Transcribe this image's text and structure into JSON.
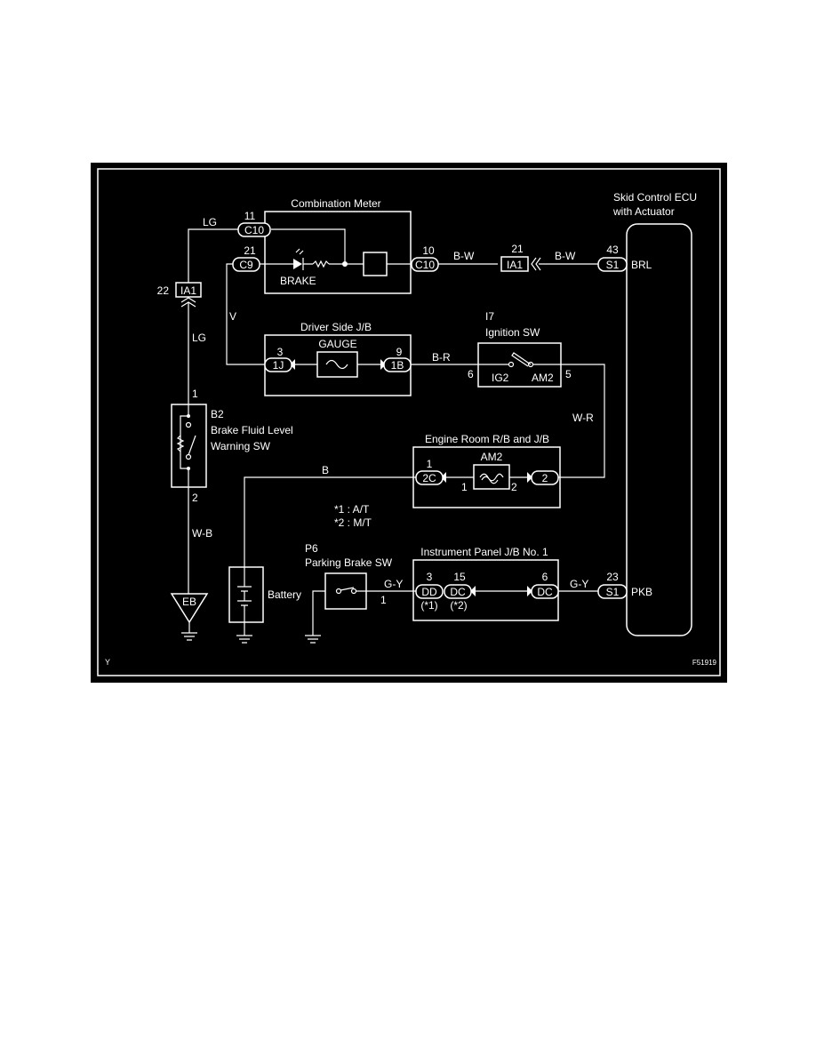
{
  "diagram": {
    "corner_code": "Y",
    "figure_id": "F51919",
    "notes": [
      "*1 : A/T",
      "*2 : M/T"
    ],
    "combination_meter": {
      "title": "Combination Meter",
      "lamp_label": "BRAKE",
      "pins": [
        {
          "connector": "C10",
          "pin": "11"
        },
        {
          "connector": "C9",
          "pin": "21"
        },
        {
          "connector": "C10",
          "pin": "10"
        }
      ]
    },
    "driver_jb": {
      "title": "Driver Side J/B",
      "fuse": "GAUGE",
      "pins": [
        {
          "connector": "1J",
          "pin": "3"
        },
        {
          "connector": "1B",
          "pin": "9"
        }
      ]
    },
    "ignition_sw": {
      "code": "I7",
      "title": "Ignition SW",
      "terminals": [
        "IG2",
        "AM2"
      ],
      "pins": [
        "6",
        "5"
      ]
    },
    "engine_room_jb": {
      "title": "Engine Room R/B and J/B",
      "fuse": "AM2",
      "pins": [
        {
          "connector": "2C",
          "pin": "1"
        },
        {
          "connector": "2",
          "pin": ""
        }
      ],
      "fuse_pins": [
        "1",
        "2"
      ]
    },
    "ip_jb": {
      "title": "Instrument Panel J/B No. 1",
      "pins": [
        {
          "connector": "DD",
          "pin": "3",
          "note": "(*1)"
        },
        {
          "connector": "DC",
          "pin": "15",
          "note": "(*2)"
        },
        {
          "connector": "DC",
          "pin": "6"
        }
      ]
    },
    "ecu": {
      "title_line1": "Skid Control ECU",
      "title_line2": "with Actuator",
      "pins": [
        {
          "connector": "S1",
          "pin": "43",
          "terminal": "BRL"
        },
        {
          "connector": "S1",
          "pin": "23",
          "terminal": "PKB"
        }
      ]
    },
    "junction_ia1_top": {
      "connector": "IA1",
      "pin": "22"
    },
    "junction_ia1_mid": {
      "connector": "IA1",
      "pin": "21"
    },
    "b2": {
      "code": "B2",
      "line1": "Brake Fluid Level",
      "line2": "Warning SW",
      "pins": [
        "1",
        "2"
      ]
    },
    "p6": {
      "code": "P6",
      "title": "Parking Brake SW",
      "pin": "1"
    },
    "battery": {
      "label": "Battery"
    },
    "ground_eb": {
      "label": "EB"
    },
    "wires": {
      "lg_top": "LG",
      "lg_mid": "LG",
      "v": "V",
      "bw1": "B-W",
      "bw2": "B-W",
      "br": "B-R",
      "wr": "W-R",
      "b": "B",
      "wb": "W-B",
      "gy1": "G-Y",
      "gy2": "G-Y"
    }
  }
}
